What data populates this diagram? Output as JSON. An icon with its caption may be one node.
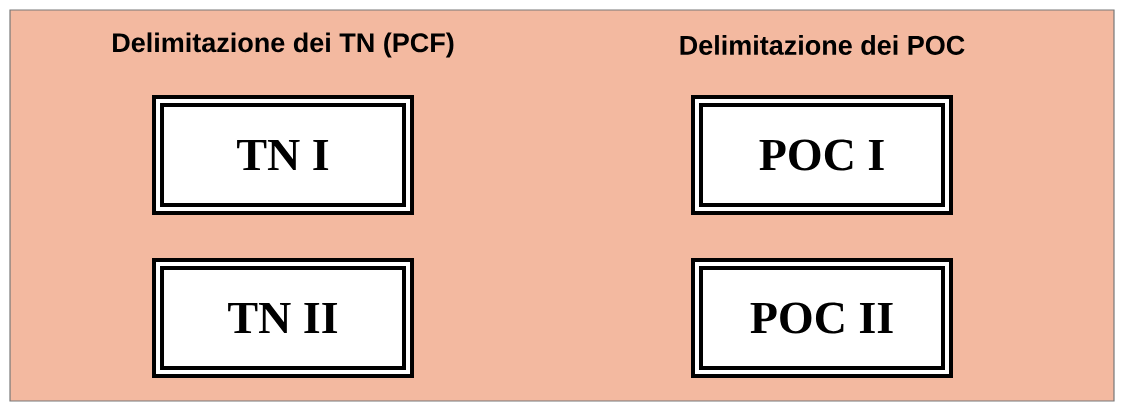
{
  "diagram": {
    "nodes": [
      {
        "text": [
          "TN I"
        ]
      },
      {
        "text": [
          "TN II"
        ]
      },
      {
        "text": [
          "POC I"
        ]
      },
      {
        "text": [
          "POC II"
        ]
      }
    ],
    "labels": [
      "Delimitazione dei TN (PCF)",
      "Delimitazione dei POC"
    ]
  }
}
